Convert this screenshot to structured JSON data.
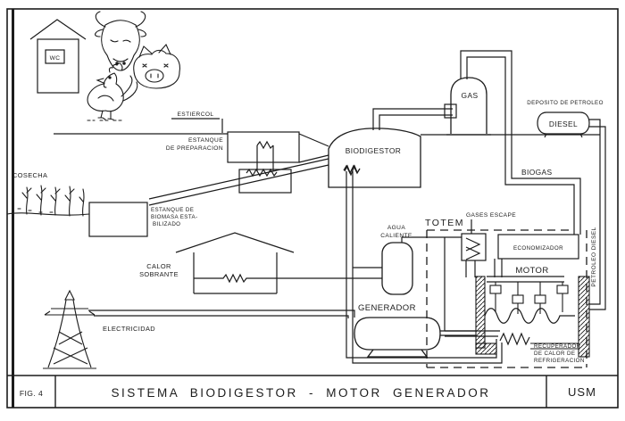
{
  "figure": {
    "fig_label": "FIG. 4",
    "title": "SISTEMA BIODIGESTOR - MOTOR GENERADOR",
    "org": "USM"
  },
  "labels": {
    "wc": "WC",
    "estiercol": "ESTIERCOL",
    "estanque_preparacion": [
      "ESTANQUE",
      "DE PREPARACION"
    ],
    "biodigestor": "BIODIGESTOR",
    "gas": "GAS",
    "deposito_petroleo": "DEPOSITO DE PETROLEO",
    "diesel": "DIESEL",
    "biogas": "BIOGAS",
    "cosecha": "COSECHA",
    "estanque_biomasa": [
      "ESTANQUE DE",
      "BIOMASA ESTA-",
      "BILIZADO"
    ],
    "calor_sobrante": [
      "CALOR",
      "SOBRANTE"
    ],
    "agua_caliente": [
      "AGUA",
      "CALIENTE"
    ],
    "totem": "TOTEM",
    "gases_escape": "GASES ESCAPE",
    "economizador": "ECONOMIZADOR",
    "motor": "MOTOR",
    "generador": "GENERADOR",
    "electricidad": "ELECTRICIDAD",
    "recuperador": [
      "RECUPERADOR",
      "DE CALOR DE",
      "REFRIGERACION"
    ],
    "petroleo_diesel": "PETROLEO DIESEL"
  },
  "colors": {
    "ink": "#1c1c1c",
    "paper": "#ffffff"
  }
}
